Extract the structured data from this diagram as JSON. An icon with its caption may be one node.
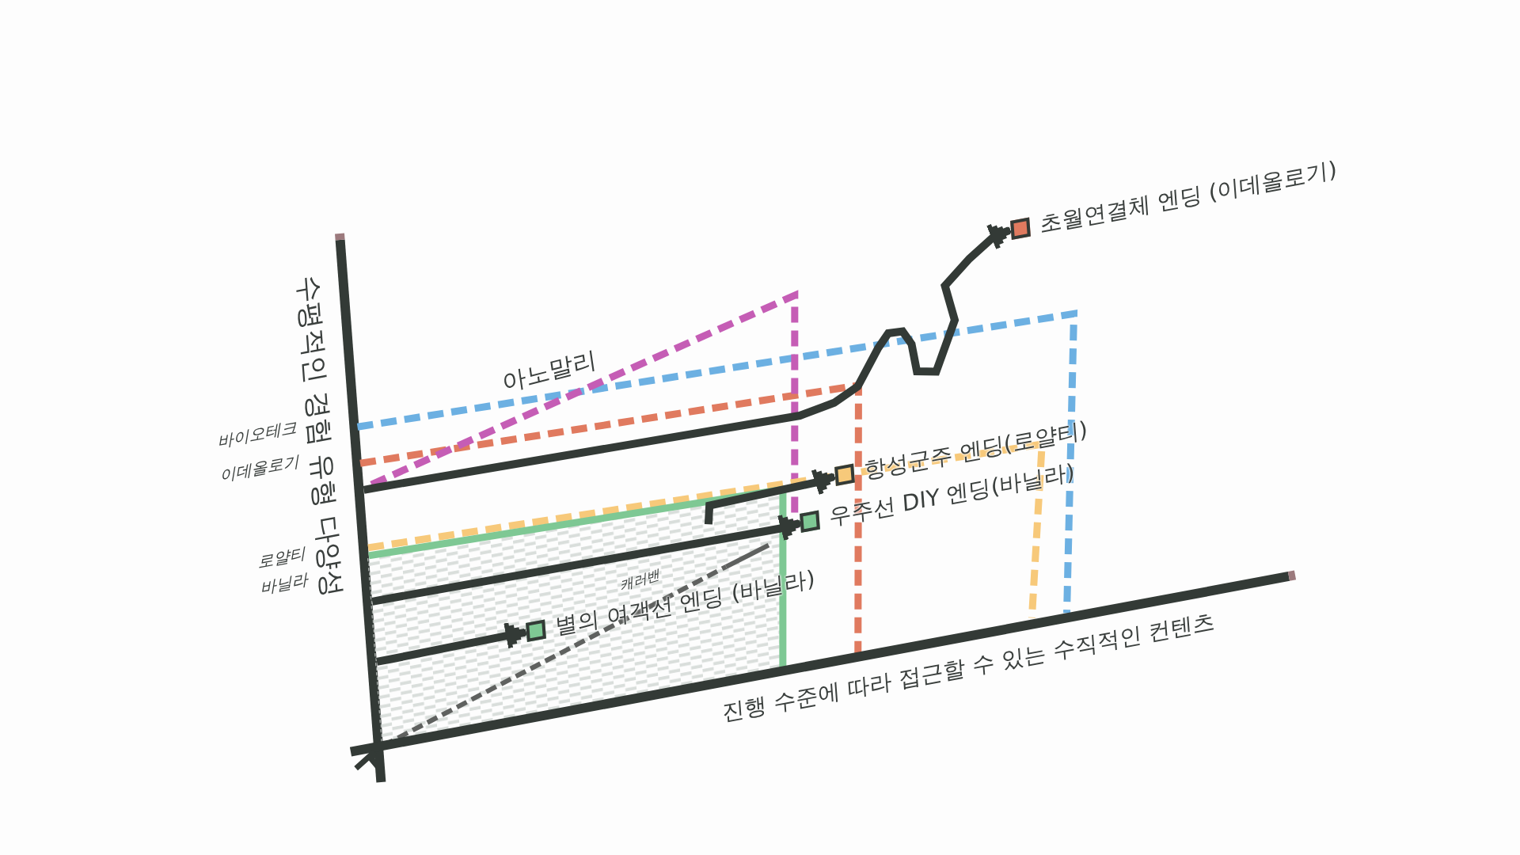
{
  "diagram": {
    "nodes": [
      {
        "text": [
          "초월연결체 엔딩 (이데올로기)"
        ]
      },
      {
        "text": [
          "항성군주 엔딩(로얄티)"
        ]
      },
      {
        "text": [
          "우주선 DIY 엔딩(바닐라)"
        ]
      },
      {
        "text": [
          "별의 여객선 엔딩 (바닐라)"
        ]
      },
      {
        "text": [],
        "shape": "bar"
      }
    ],
    "edges": [
      {
        "from": 4,
        "to": 0,
        "arrow": "to"
      },
      {
        "from": null,
        "to": 1,
        "arrow": "to"
      },
      {
        "from": 4,
        "to": 2,
        "arrow": "to"
      },
      {
        "from": 4,
        "to": 3,
        "arrow": "to"
      }
    ],
    "labels": [
      "수평적인 경험 유형 다양성",
      "바이오테크",
      "이데올로기",
      "로얄티",
      "바닐라",
      "아노말리",
      "캐러밴",
      "진행 수준에 따라 접근할 수 있는 수직적인 컨텐츠"
    ]
  }
}
